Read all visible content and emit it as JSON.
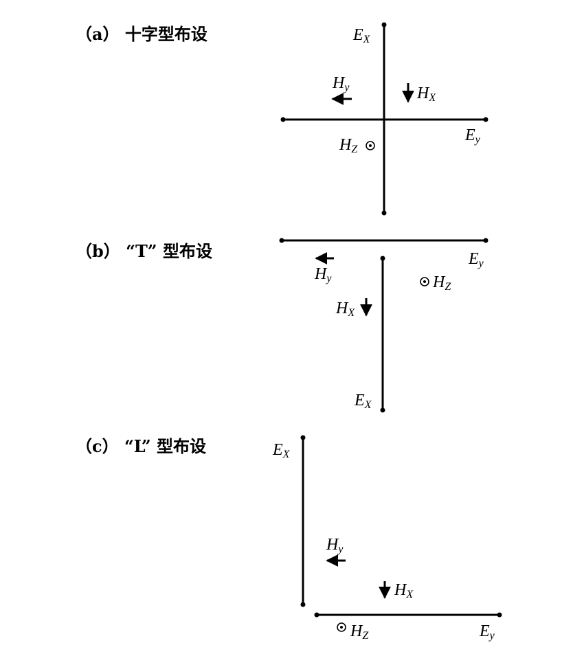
{
  "panels": [
    {
      "id": "a",
      "title": "（a） 十字型布设",
      "labels": {
        "Ex": {
          "main": "E",
          "sub": "X"
        },
        "Ey": {
          "main": "E",
          "sub": "y"
        },
        "Hx": {
          "main": "H",
          "sub": "X"
        },
        "Hy": {
          "main": "H",
          "sub": "y"
        },
        "Hz": {
          "main": "H",
          "sub": "Z"
        }
      }
    },
    {
      "id": "b",
      "title": "（b） “T” 型布设",
      "labels": {
        "Ex": {
          "main": "E",
          "sub": "X"
        },
        "Ey": {
          "main": "E",
          "sub": "y"
        },
        "Hx": {
          "main": "H",
          "sub": "X"
        },
        "Hy": {
          "main": "H",
          "sub": "y"
        },
        "Hz": {
          "main": "H",
          "sub": "Z"
        }
      }
    },
    {
      "id": "c",
      "title": "（c） “L” 型布设",
      "labels": {
        "Ex": {
          "main": "E",
          "sub": "X"
        },
        "Ey": {
          "main": "E",
          "sub": "y"
        },
        "Hx": {
          "main": "H",
          "sub": "X"
        },
        "Hy": {
          "main": "H",
          "sub": "y"
        },
        "Hz": {
          "main": "H",
          "sub": "Z"
        }
      }
    }
  ]
}
